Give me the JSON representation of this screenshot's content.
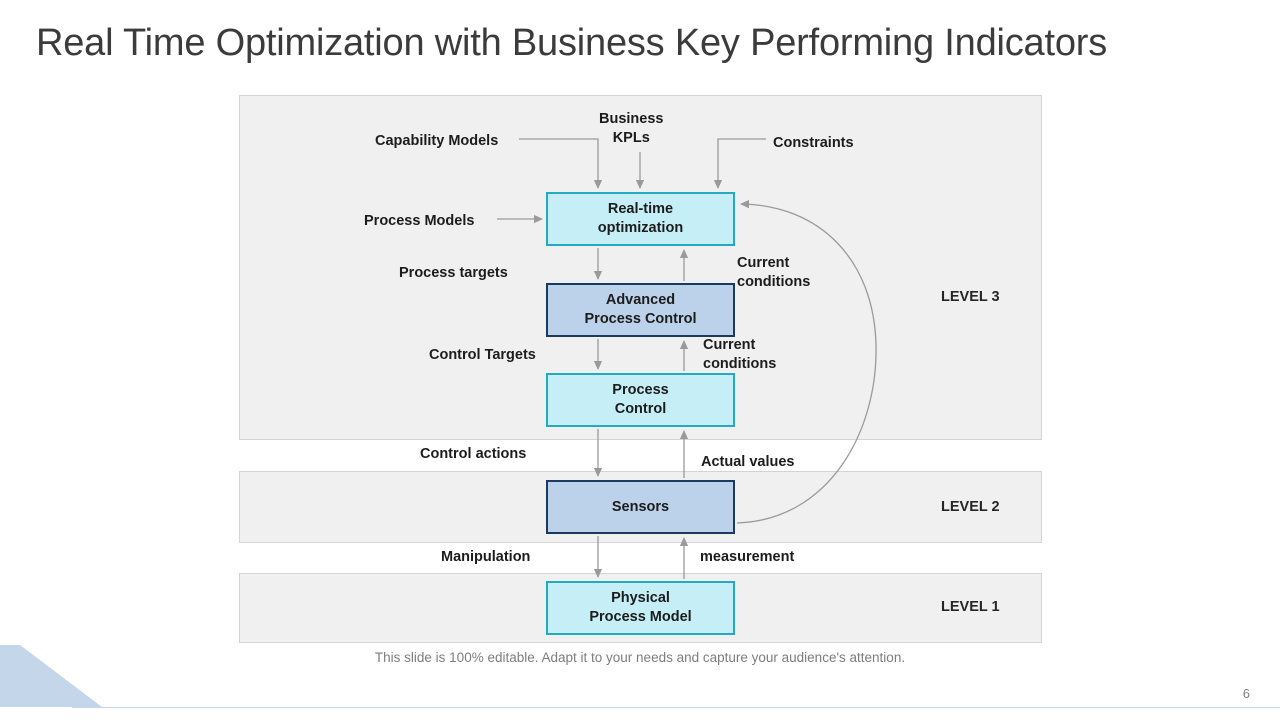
{
  "slide": {
    "title": "Real Time Optimization with Business Key Performing Indicators",
    "footer_note": "This slide is 100% editable. Adapt it to your needs and capture your audience's attention.",
    "page_number": "6"
  },
  "colors": {
    "title_text": "#3b3b3b",
    "panel_fill": "#f0f0f0",
    "panel_border": "#d4d4d4",
    "node_cyan_fill": "#c5eef7",
    "node_cyan_border": "#23abc4",
    "node_blue_fill": "#bcd2ea",
    "node_blue_border": "#1c3a5e",
    "connector": "#9a9a9a",
    "footer_text": "#7d7d7d",
    "accent_deco": "#c3d6ea"
  },
  "levels": [
    {
      "id": "level3",
      "label": "LEVEL 3"
    },
    {
      "id": "level2",
      "label": "LEVEL 2"
    },
    {
      "id": "level1",
      "label": "LEVEL 1"
    }
  ],
  "nodes": [
    {
      "id": "rto",
      "label": "Real-time\noptimization",
      "style": "cyan"
    },
    {
      "id": "apc",
      "label": "Advanced\nProcess Control",
      "style": "blue"
    },
    {
      "id": "pc",
      "label": "Process\nControl",
      "style": "cyan"
    },
    {
      "id": "sens",
      "label": "Sensors",
      "style": "blue"
    },
    {
      "id": "ppm",
      "label": "Physical\nProcess Model",
      "style": "cyan"
    }
  ],
  "labels": {
    "capability_models": "Capability Models",
    "business_kpls": "Business\nKPLs",
    "constraints": "Constraints",
    "process_models": "Process Models",
    "process_targets": "Process targets",
    "current_conditions_upper": "Current\nconditions",
    "control_targets": "Control Targets",
    "current_conditions_lower": "Current\nconditions",
    "control_actions": "Control actions",
    "actual_values": "Actual values",
    "manipulation": "Manipulation",
    "measurement": "measurement"
  }
}
